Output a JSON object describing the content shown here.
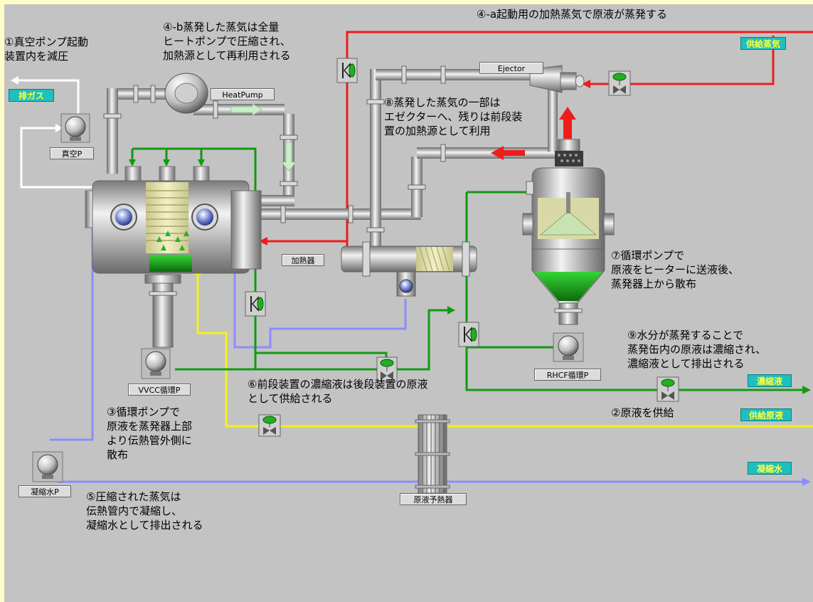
{
  "notes": {
    "n1": "①真空ポンプ起動\n装置内を減圧",
    "n4b": "④-b蒸発した蒸気は全量\nヒートポンプで圧縮され、\n加熱源として再利用される",
    "n4a": "④-a起動用の加熱蒸気で原液が蒸発する",
    "n8": "⑧蒸発した蒸気の一部は\nエゼクターへ、残りは前段装\n置の加熱源として利用",
    "n7": "⑦循環ポンプで\n原液をヒーターに送液後、\n蒸発器上から散布",
    "n9": "⑨水分が蒸発することで\n蒸発缶内の原液は濃縮され、\n濃縮液として排出される",
    "n6": "⑥前段装置の濃縮液は後段装置の原液\nとして供給される",
    "n2": "②原液を供給",
    "n3": "③循環ポンプで\n原液を蒸発器上部\nより伝熱管外側に\n散布",
    "n5": "⑤圧縮された蒸気は\n伝熱管内で凝縮し、\n凝縮水として排出される"
  },
  "labels": {
    "vacuum_pump": "真空P",
    "heat_pump": "HeatPump",
    "ejector": "Ejector",
    "heater": "加熱器",
    "vvcc_pump": "VVCC循環P",
    "rhcf_pump": "RHCF循環P",
    "condensate_pump": "凝縮水P",
    "preheater": "原液予熱器"
  },
  "streams": {
    "exhaust": "排ガス",
    "steam_supply": "供給蒸気",
    "concentrate": "濃縮液",
    "feed_supply": "供給原液",
    "condensate": "凝縮水"
  },
  "colors": {
    "steam_line": "#ee1c1c",
    "feed_line": "#f2f21e",
    "condensate_line": "#8c8cff",
    "liquid_line": "#129a12",
    "exhaust_line": "#ffffff",
    "background": "#c3c3c3",
    "frame": "#fdfdc8",
    "stream_tag": "#1fbfbf",
    "stream_tag_text": "#ffff3a"
  }
}
